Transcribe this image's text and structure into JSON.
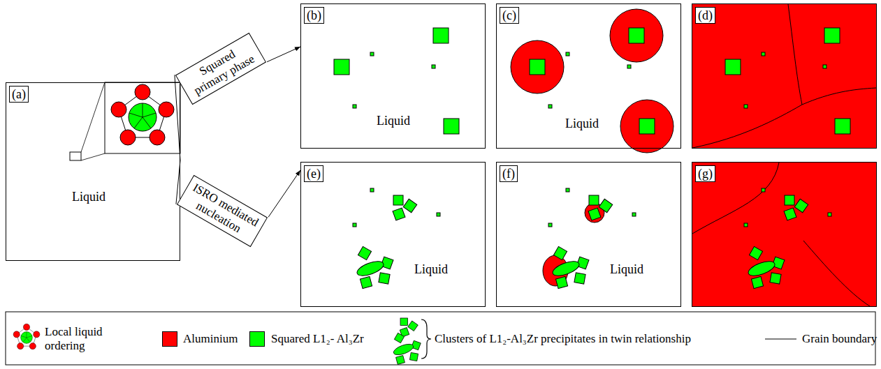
{
  "diagram": {
    "nodes": [
      {
        "text": [
          "(a)",
          "Liquid"
        ]
      },
      {
        "text": [
          "Squared primary phase"
        ]
      },
      {
        "text": [
          "ISRO mediated nucleation"
        ]
      },
      {
        "text": [
          "(b)",
          "Liquid"
        ]
      },
      {
        "text": [
          "(c)",
          "Liquid"
        ]
      },
      {
        "text": [
          "(d)"
        ]
      },
      {
        "text": [
          "(e)",
          "Liquid"
        ]
      },
      {
        "text": [
          "(f)",
          "Liquid"
        ]
      },
      {
        "text": [
          "(g)"
        ]
      }
    ],
    "edges": [
      {
        "from": 0,
        "to": 1,
        "arrow": "none"
      },
      {
        "from": 1,
        "to": 3,
        "arrow": "to"
      },
      {
        "from": 0,
        "to": 2,
        "arrow": "none"
      },
      {
        "from": 2,
        "to": 6,
        "arrow": "to"
      }
    ],
    "legend": [
      {
        "text": "Local liquid ordering"
      },
      {
        "text": "Aluminium",
        "color": "#ff0000"
      },
      {
        "text": "Squared L1₂- Al₃Zr",
        "color": "#00ff00"
      },
      {
        "text": "Clusters of L1₂-Al₃Zr precipitates in twin relationship"
      },
      {
        "text": "Grain boundary"
      }
    ]
  }
}
